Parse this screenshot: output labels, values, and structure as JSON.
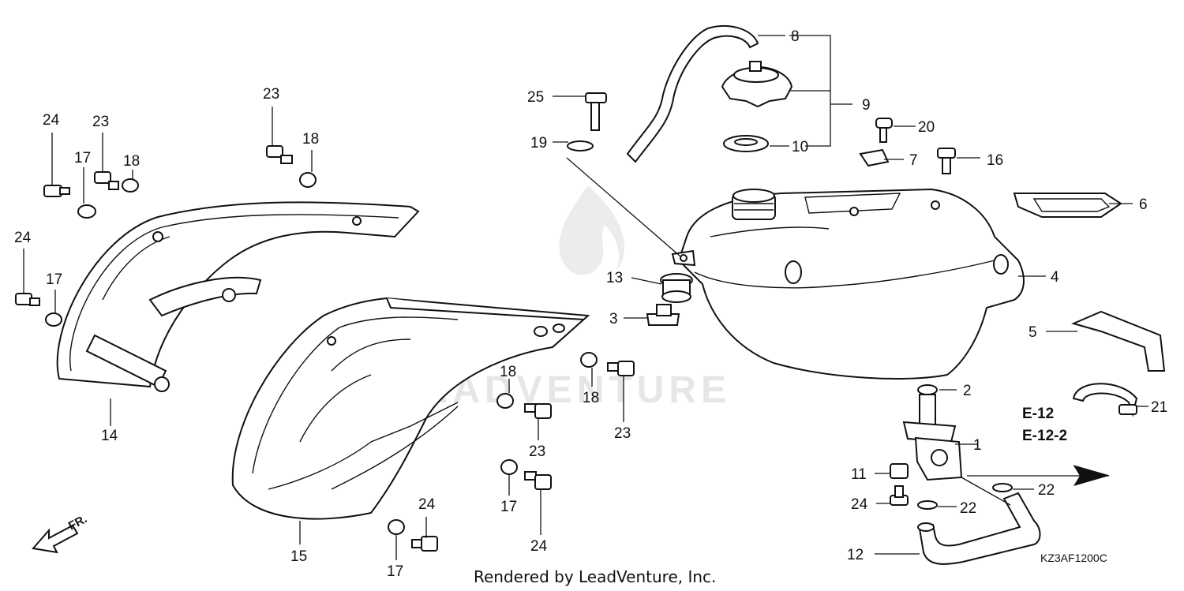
{
  "watermark": "LEADVENTURE",
  "credit": "Rendered by LeadVenture, Inc.",
  "diagram_code": "KZ3AF1200C",
  "front_indicator": "FR.",
  "reference_labels": [
    "E-12",
    "E-12-2"
  ],
  "callouts": {
    "c1": "1",
    "c2": "2",
    "c3": "3",
    "c4": "4",
    "c5": "5",
    "c6": "6",
    "c7": "7",
    "c8": "8",
    "c9": "9",
    "c10": "10",
    "c11": "11",
    "c12": "12",
    "c13": "13",
    "c14": "14",
    "c15": "15",
    "c16": "16",
    "c17a": "17",
    "c17b": "17",
    "c17c": "17",
    "c17d": "17",
    "c18a": "18",
    "c18b": "18",
    "c18c": "18",
    "c18d": "18",
    "c19": "19",
    "c20": "20",
    "c21": "21",
    "c22a": "22",
    "c22b": "22",
    "c23a": "23",
    "c23b": "23",
    "c23c": "23",
    "c23d": "23",
    "c24a": "24",
    "c24b": "24",
    "c24c": "24",
    "c24d": "24",
    "c24e": "24",
    "c25": "25"
  }
}
